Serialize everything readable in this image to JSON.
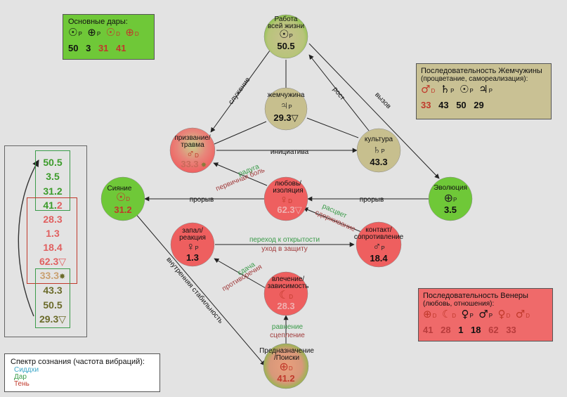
{
  "colors": {
    "gift": "#6fc838",
    "shadow": "#ee5f5f",
    "siddhi": "#3aa6c8",
    "neutral": "#c7bf8e",
    "pearl_box": "#c9c194",
    "venus_box": "#ef6a6a",
    "edge_gift": "#3b9b4a",
    "edge_shadow": "#a13c3c"
  },
  "boxes": {
    "core_gifts": {
      "title": "Основные дары:",
      "symbols": [
        {
          "glyph": "☉",
          "sub": "P"
        },
        {
          "glyph": "⊕",
          "sub": "P"
        },
        {
          "glyph": "☉",
          "sub": "D"
        },
        {
          "glyph": "⊕",
          "sub": "D"
        }
      ],
      "numbers": [
        "50",
        "3",
        "31",
        "41"
      ]
    },
    "pearl": {
      "title": "Последовательность Жемчужины",
      "subtitle": "(процветание, самореализация):",
      "symbols": [
        {
          "glyph": "♂",
          "sub": "D"
        },
        {
          "glyph": "♄",
          "sub": "P"
        },
        {
          "glyph": "☉",
          "sub": "P"
        },
        {
          "glyph": "♃",
          "sub": "P"
        }
      ],
      "numbers": [
        "33",
        "43",
        "50",
        "29"
      ]
    },
    "venus": {
      "title": "Последовательность Венеры",
      "subtitle": "(любовь, отношения):",
      "symbols": [
        {
          "glyph": "⊕",
          "sub": "D"
        },
        {
          "glyph": "☾",
          "sub": "D"
        },
        {
          "glyph": "♀",
          "sub": "P"
        },
        {
          "glyph": "♂",
          "sub": "P"
        },
        {
          "glyph": "♀",
          "sub": "D"
        },
        {
          "glyph": "♂",
          "sub": "D"
        }
      ],
      "numbers": [
        "41",
        "28",
        "1",
        "18",
        "62",
        "33"
      ]
    },
    "legend": {
      "title": "Спектр сознания (частота вибраций):",
      "siddhi": "Сиддхи",
      "gift": "Дар",
      "shadow": "Тень"
    }
  },
  "stack": [
    "50.5",
    "3.5",
    "31.2",
    "41.",
    "2",
    "28.3",
    "1.3",
    "18.4",
    "62.3▽",
    "33.3",
    "43.3",
    "50.5",
    "29.3▽"
  ],
  "nodes": {
    "life_work": {
      "label1": "Работа",
      "label2": "всей жизни",
      "glyph": "☉",
      "sub": "P",
      "value": "50.5"
    },
    "pearl": {
      "label1": "жемчужина",
      "label2": "",
      "glyph": "♃",
      "sub": "P",
      "value": "29.3▽"
    },
    "calling": {
      "label1": "призвание/",
      "label2": "травма",
      "glyph": "♂",
      "sub": "D",
      "value": "33.3"
    },
    "culture": {
      "label1": "культура",
      "label2": "",
      "glyph": "♄",
      "sub": "P",
      "value": "43.3"
    },
    "radiance": {
      "label1": "Сияние",
      "label2": "",
      "glyph": "☉",
      "sub": "D",
      "value": "31.2"
    },
    "love": {
      "label1": "любовь/",
      "label2": "изоляция",
      "glyph": "♀",
      "sub": "D",
      "value": "62.3▽"
    },
    "evolution": {
      "label1": "Эволюция",
      "label2": "",
      "glyph": "⊕",
      "sub": "P",
      "value": "3.5"
    },
    "attraction": {
      "label1": "запал/",
      "label2": "реакция",
      "glyph": "♀",
      "sub": "P",
      "value": "1.3"
    },
    "contact": {
      "label1": "контакт/",
      "label2": "сопротивление",
      "glyph": "♂",
      "sub": "P",
      "value": "18.4"
    },
    "allure": {
      "label1": "влечение/",
      "label2": "зависимость",
      "glyph": "☾",
      "sub": "D",
      "value": "28.3"
    },
    "purpose": {
      "label1": "Предназначение",
      "label2": "/Поиски",
      "glyph": "⊕",
      "sub": "D",
      "value": "41.2"
    }
  },
  "edges": {
    "service": "служение",
    "growth": "рост",
    "challenge": "вызов",
    "initiative": "инициатива",
    "breakthrough1": "прорыв",
    "breakthrough2": "прорыв",
    "rainbow": "радуга",
    "primal_pain": "первичная боль",
    "blossoming": "расцвет",
    "restraint": "сдерживание",
    "openness": "переход к открытости",
    "defense": "уход в защиту",
    "surrender": "сдача",
    "contradiction": "противоречия",
    "inner_stability": "внутренняя стабильность",
    "equalizing": "равнение",
    "coupling": "сцепление"
  }
}
